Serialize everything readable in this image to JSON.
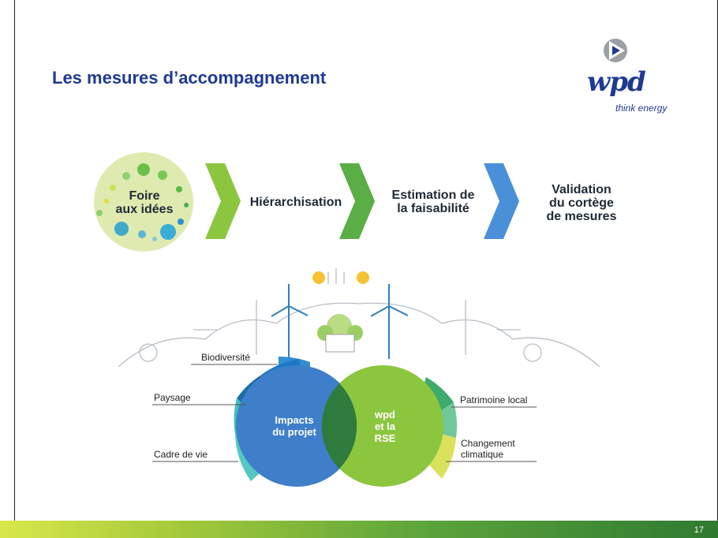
{
  "slide": {
    "title": "Les mesures d’accompagnement",
    "page_number": "17"
  },
  "logo": {
    "brand": "wpd",
    "tagline": "think energy"
  },
  "process": {
    "steps": [
      {
        "label_line1": "Foire",
        "label_line2": "aux idées"
      },
      {
        "label_line1": "Hiérarchisation",
        "label_line2": ""
      },
      {
        "label_line1": "Estimation de",
        "label_line2": "la faisabilité"
      },
      {
        "label_line1": "Validation",
        "label_line2": "du cortège",
        "label_line3": "de mesures"
      }
    ]
  },
  "venn": {
    "left_circle_line1": "Impacts",
    "left_circle_line2": "du projet",
    "right_circle_line1": "wpd",
    "right_circle_line2": "et la",
    "right_circle_line3": "RSE",
    "left_labels": [
      "Biodiversité",
      "Paysage",
      "Cadre de vie"
    ],
    "right_labels": [
      "Patrimoine local",
      "Changement",
      "climatique"
    ]
  },
  "colors": {
    "title": "#1f3a93",
    "blue_circle": "#3f7ec8",
    "green_circle": "#8cc63f",
    "overlap": "#2f7a3d",
    "arrow_green": "#5aae45",
    "arrow_blue": "#4a90d9"
  }
}
